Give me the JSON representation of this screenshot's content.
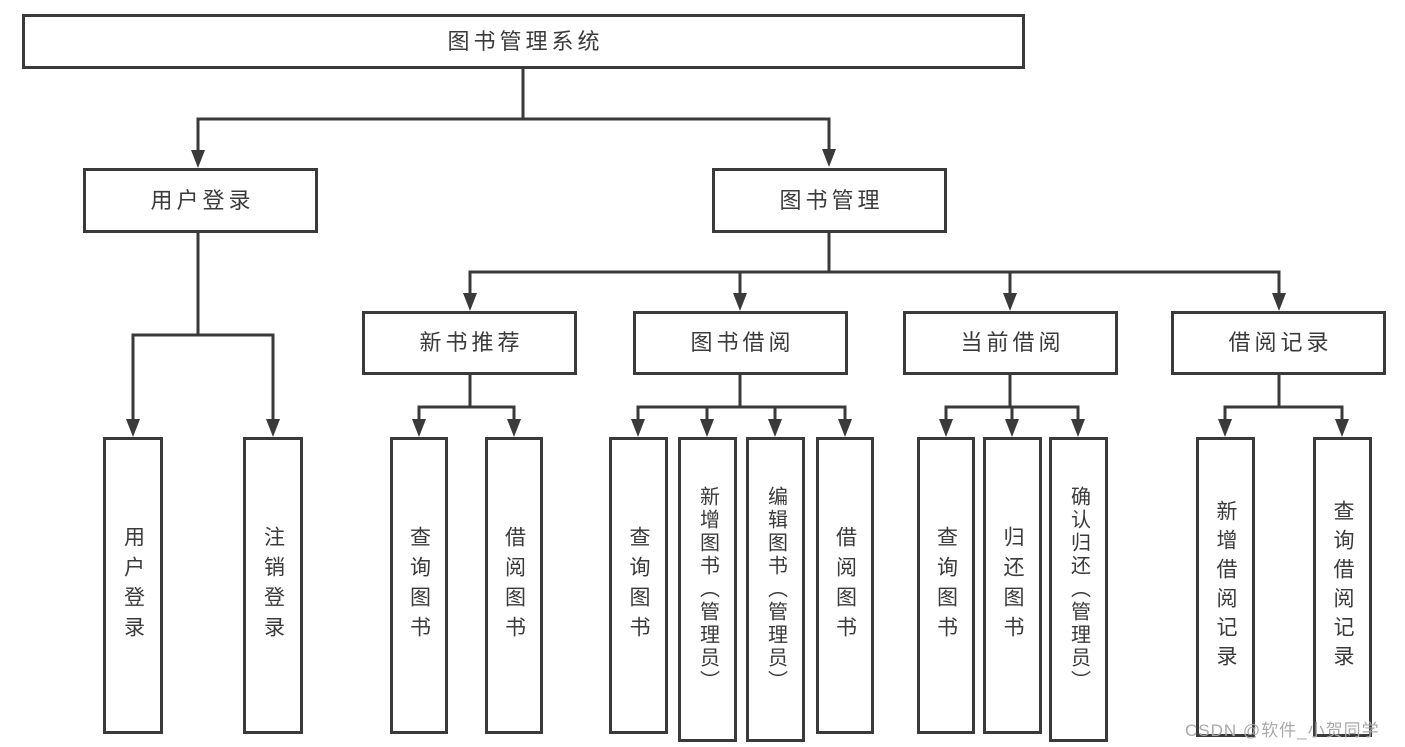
{
  "diagram": {
    "root": {
      "label": "图书管理系统"
    },
    "level1": [
      {
        "label": "用户登录"
      },
      {
        "label": "图书管理"
      }
    ],
    "level2": [
      {
        "label": "新书推荐"
      },
      {
        "label": "图书借阅"
      },
      {
        "label": "当前借阅"
      },
      {
        "label": "借阅记录"
      }
    ],
    "leaves": {
      "user_login": [
        {
          "label": "用户登录"
        },
        {
          "label": "注销登录"
        }
      ],
      "new_books": [
        {
          "label": "查询图书"
        },
        {
          "label": "借阅图书"
        }
      ],
      "book_borrow": [
        {
          "label": "查询图书"
        },
        {
          "label": "新增图书（管理员）"
        },
        {
          "label": "编辑图书（管理员）"
        },
        {
          "label": "借阅图书"
        }
      ],
      "current_borrow": [
        {
          "label": "查询图书"
        },
        {
          "label": "归还图书"
        },
        {
          "label": "确认归还（管理员）"
        }
      ],
      "borrow_records": [
        {
          "label": "新增借阅记录"
        },
        {
          "label": "查询借阅记录"
        }
      ]
    },
    "colors": {
      "line": "#3a3a3a",
      "text": "#3a3a3a",
      "watermark": "#a9a9a9",
      "background": "#ffffff"
    },
    "watermark": "CSDN @软件_小贺同学"
  }
}
